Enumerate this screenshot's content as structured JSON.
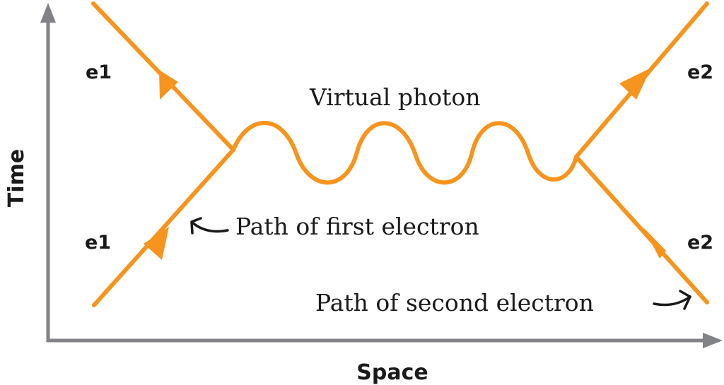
{
  "axes": {
    "x_label": "Space",
    "y_label": "Time"
  },
  "particles": {
    "electron_1_in": "e1",
    "electron_1_out": "e1",
    "electron_2_in": "e2",
    "electron_2_out": "e2"
  },
  "annotations": {
    "virtual_photon": "Virtual photon",
    "first_electron_path": "Path of first electron",
    "second_electron_path": "Path of second electron"
  },
  "colors": {
    "electron_path": "#f7941d",
    "axis": "#808285",
    "text": "#1a1a1a"
  }
}
